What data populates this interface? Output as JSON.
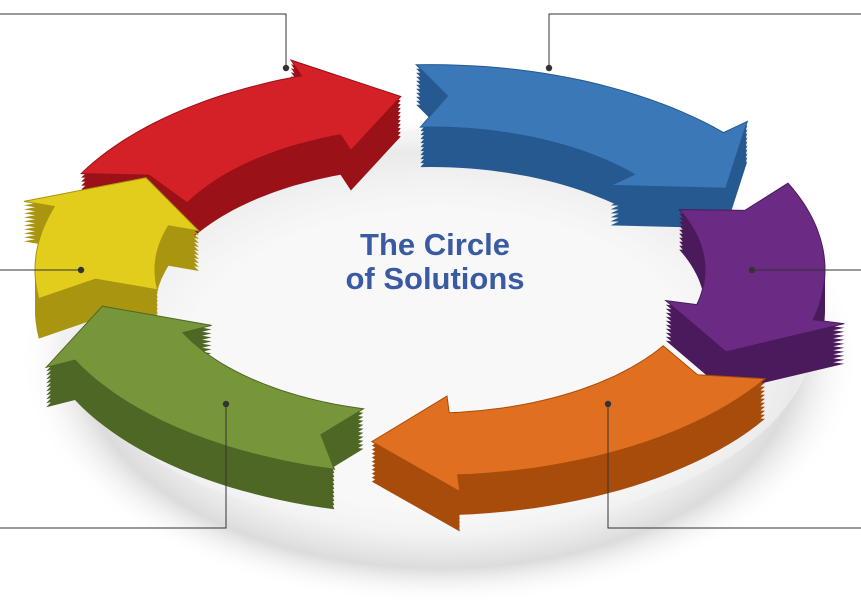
{
  "diagram": {
    "title_line1": "The Circle",
    "title_line2": "of Solutions",
    "title_color": "#3a5aa3",
    "segments": [
      {
        "name": "red-arrow",
        "color": "#d42027",
        "dark": "#9a1117"
      },
      {
        "name": "blue-arrow",
        "color": "#3b78b8",
        "dark": "#25598f"
      },
      {
        "name": "purple-arrow",
        "color": "#6b2a83",
        "dark": "#4a1a5d"
      },
      {
        "name": "orange-arrow",
        "color": "#e0701f",
        "dark": "#a84c0c"
      },
      {
        "name": "green-arrow",
        "color": "#77963a",
        "dark": "#4f6724"
      },
      {
        "name": "yellow-arrow",
        "color": "#e2cc1c",
        "dark": "#a99510"
      }
    ]
  }
}
